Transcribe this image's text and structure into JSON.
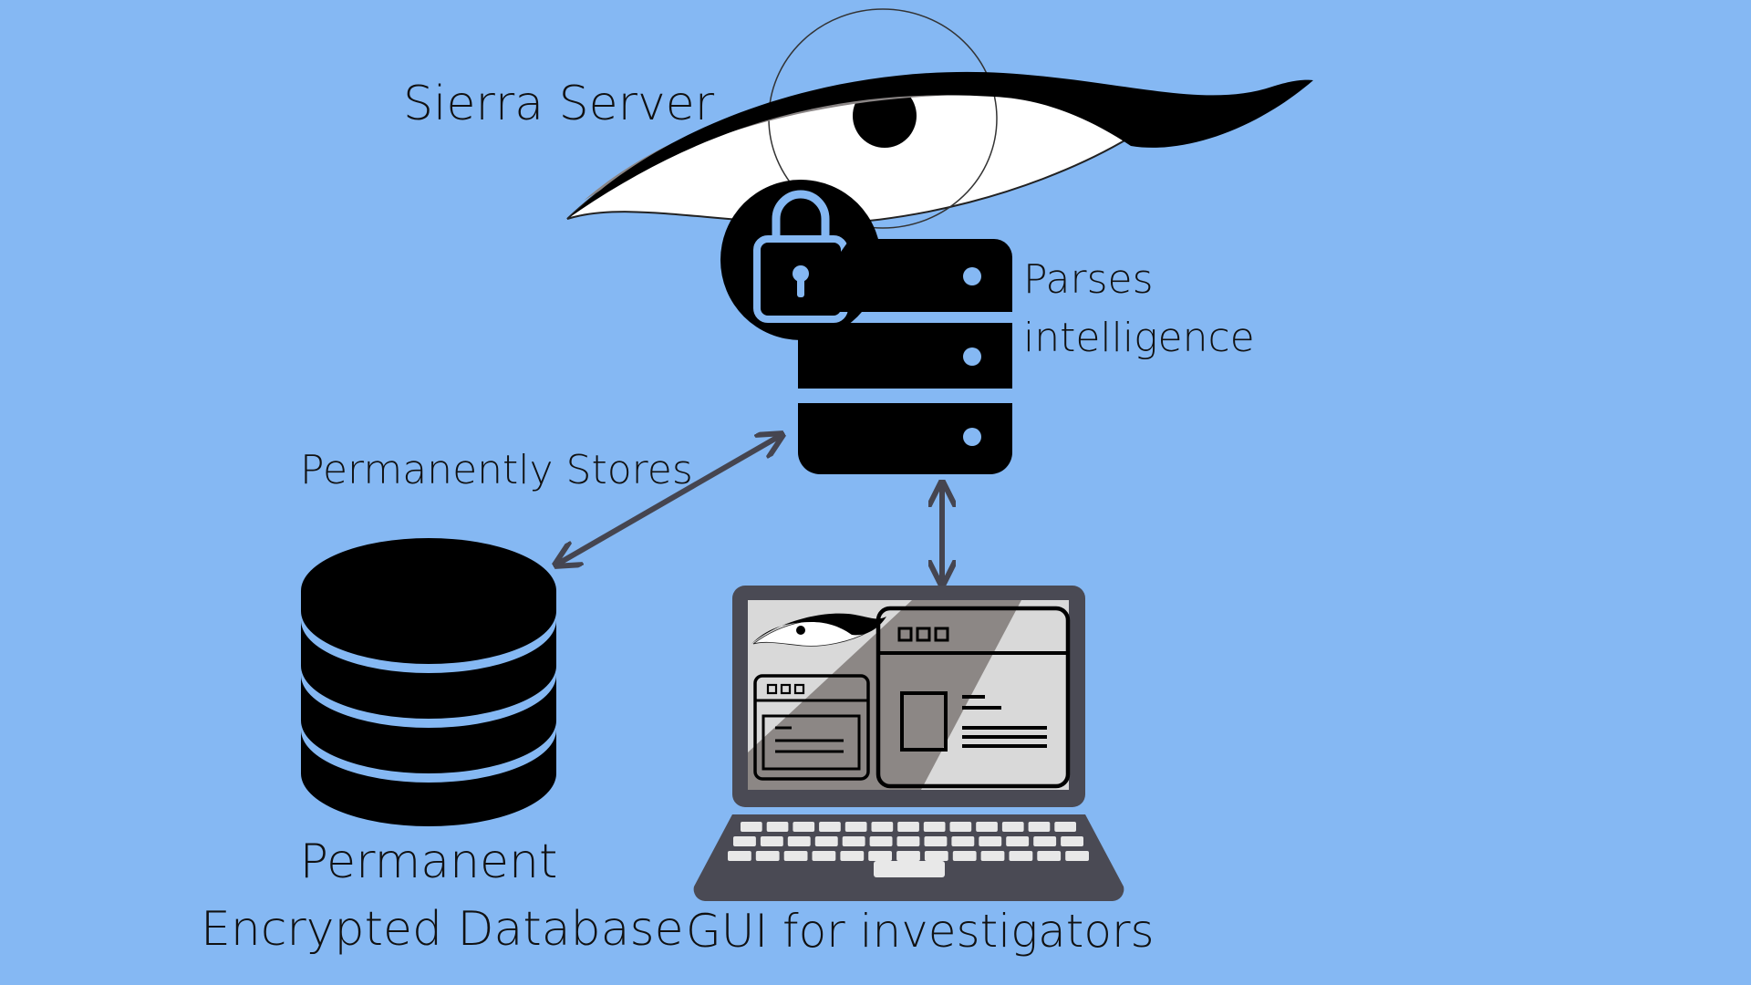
{
  "background_color": "#85b8f3",
  "ink_color": "#000000",
  "arrow_color": "#454550",
  "laptop_frame_color": "#4a4a54",
  "screen_light_color": "#d9d9d9",
  "screen_dark_color": "#8c8785",
  "labels": {
    "server_title": "Sierra Server",
    "server_role_line1": "Parses",
    "server_role_line2": "intelligence",
    "link_storage": "Permanently Stores",
    "database_line1": "Permanent",
    "database_line2": "Encrypted Database",
    "laptop_caption": "GUI for investigators"
  },
  "icons": {
    "eye": "eye-icon",
    "lock": "lock-icon",
    "server": "server-stack-icon",
    "database": "database-icon",
    "laptop": "laptop-icon"
  }
}
